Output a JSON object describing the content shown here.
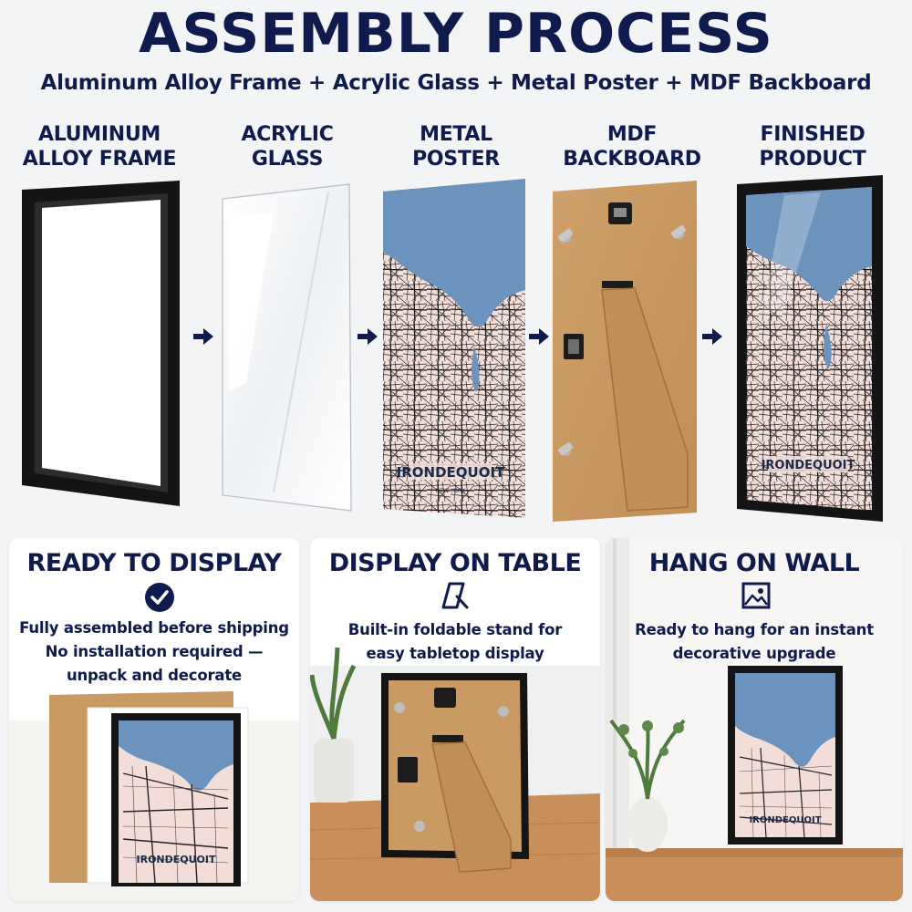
{
  "header": {
    "title": "ASSEMBLY PROCESS",
    "subtitle": "Aluminum Alloy Frame + Acrylic Glass + Metal Poster + MDF Backboard"
  },
  "steps": [
    {
      "line1": "ALUMINUM",
      "line2": "ALLOY FRAME"
    },
    {
      "line1": "ACRYLIC",
      "line2": "GLASS"
    },
    {
      "line1": "METAL",
      "line2": "POSTER"
    },
    {
      "line1": "MDF",
      "line2": "BACKBOARD"
    },
    {
      "line1": "FINISHED",
      "line2": "PRODUCT"
    }
  ],
  "poster_label": {
    "city": "IRONDEQUOIT",
    "region": "NEW YORK"
  },
  "panels": [
    {
      "title": "READY TO DISPLAY",
      "icon": "check-circle-icon",
      "lines": [
        "Fully assembled before shipping",
        "No installation required —",
        "unpack and decorate"
      ]
    },
    {
      "title": "DISPLAY ON TABLE",
      "icon": "easel-stand-icon",
      "lines": [
        "Built-in foldable stand for",
        "easy tabletop display"
      ]
    },
    {
      "title": "HANG ON WALL",
      "icon": "picture-icon",
      "lines": [
        "Ready to hang for an instant",
        "decorative upgrade"
      ]
    }
  ],
  "colors": {
    "navy": "#0f1b4c",
    "water": "#6b93bd",
    "map_land": "#f3ddd8",
    "mdf": "#c99a64",
    "frame": "#141414"
  }
}
